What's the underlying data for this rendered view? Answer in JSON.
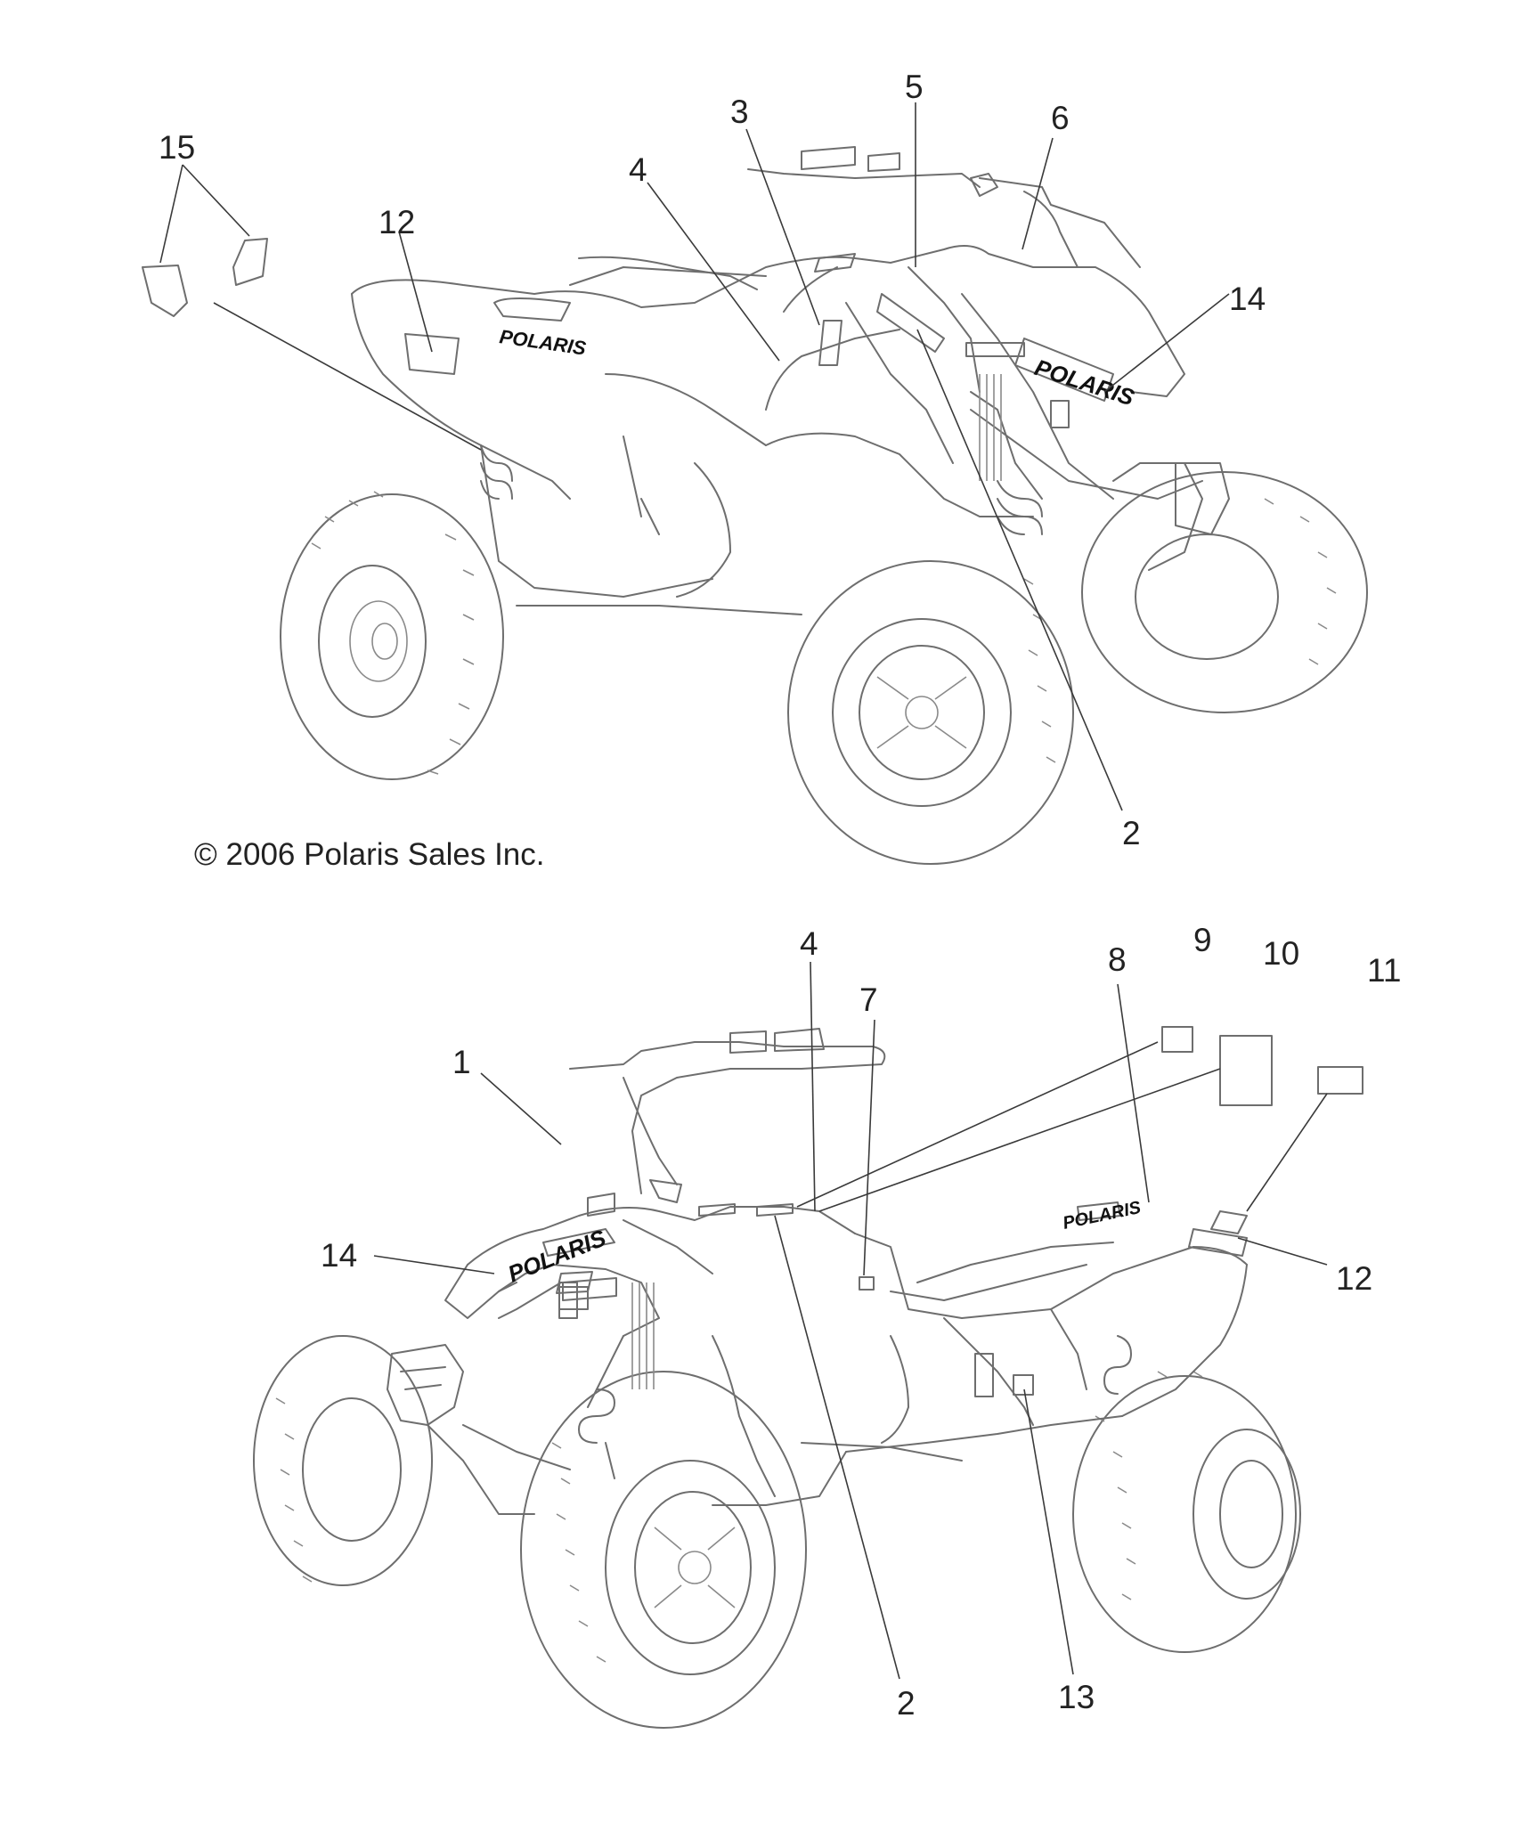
{
  "copyright": "© 2006 Polaris Sales Inc.",
  "brand_text": "POLARIS",
  "callouts_top": [
    "15",
    "12",
    "4",
    "3",
    "5",
    "6",
    "14",
    "2"
  ],
  "callouts_bottom": [
    "4",
    "7",
    "9",
    "10",
    "8",
    "11",
    "1",
    "14",
    "12",
    "2",
    "13"
  ],
  "colors": {
    "linework": "#6e6e6e",
    "leader": "#3a3a3a",
    "text": "#222222",
    "background": "#ffffff"
  }
}
